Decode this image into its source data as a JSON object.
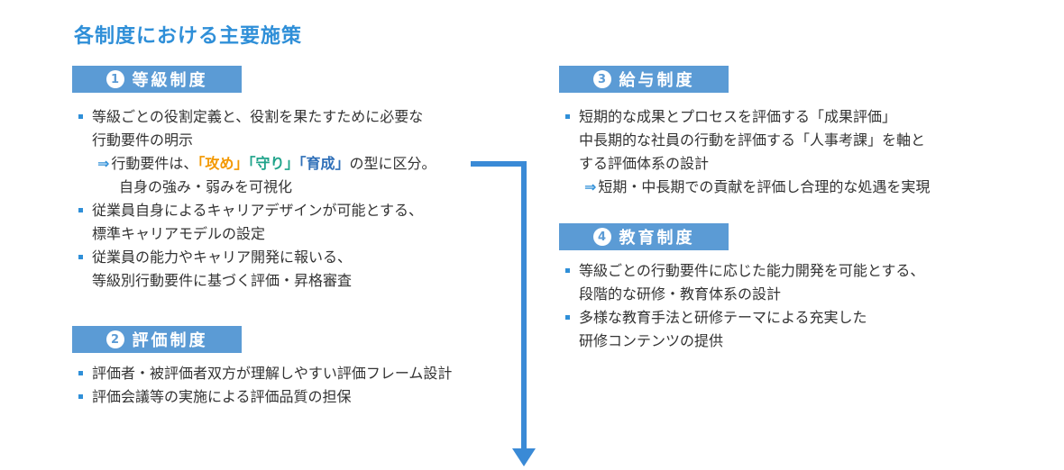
{
  "title": "各制度における主要施策",
  "colors": {
    "accent": "#2f8fd8",
    "section_bg": "#5b9bd5",
    "hl_attack": "#f39800",
    "hl_defend": "#1fa38a",
    "hl_develop": "#2f6fb8",
    "flow_arrow": "#3a8ad6"
  },
  "sections": {
    "s1": {
      "num": "1",
      "label": "等級制度",
      "items": {
        "i1": {
          "line1": "等級ごとの役割定義と、役割を果たすために必要な",
          "line2": "行動要件の明示",
          "arrow": "⇒",
          "note_prefix": "行動要件は、",
          "hl1": "「攻め」",
          "hl2": "「守り」",
          "hl3": "「育成」",
          "note_suffix": "の型に区分。",
          "note_line2": "自身の強み・弱みを可視化"
        },
        "i2": {
          "line1": "従業員自身によるキャリアデザインが可能とする、",
          "line2": "標準キャリアモデルの設定"
        },
        "i3": {
          "line1": "従業員の能力やキャリア開発に報いる、",
          "line2": "等級別行動要件に基づく評価・昇格審査"
        }
      }
    },
    "s2": {
      "num": "2",
      "label": "評価制度",
      "items": {
        "i1": {
          "line1": "評価者・被評価者双方が理解しやすい評価フレーム設計"
        },
        "i2": {
          "line1": "評価会議等の実施による評価品質の担保"
        }
      }
    },
    "s3": {
      "num": "3",
      "label": "給与制度",
      "items": {
        "i1": {
          "line1": "短期的な成果とプロセスを評価する「成果評価」",
          "line2": "中長期的な社員の行動を評価する「人事考課」を軸と",
          "line3": "する評価体系の設計",
          "arrow": "⇒",
          "note": "短期・中長期での貢献を評価し合理的な処遇を実現"
        }
      }
    },
    "s4": {
      "num": "4",
      "label": "教育制度",
      "items": {
        "i1": {
          "line1": "等級ごとの行動要件に応じた能力開発を可能とする、",
          "line2": "段階的な研修・教育体系の設計"
        },
        "i2": {
          "line1": "多様な教育手法と研修テーマによる充実した",
          "line2": "研修コンテンツの提供"
        }
      }
    }
  }
}
